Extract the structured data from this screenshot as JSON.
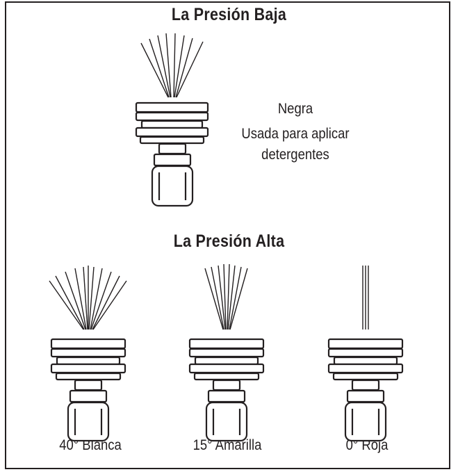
{
  "low_pressure": {
    "heading": "La Presión Baja",
    "nozzle": {
      "label": "Negra",
      "description_line1": "Usada para aplicar",
      "description_line2": "detergentes"
    }
  },
  "high_pressure": {
    "heading": "La Presión Alta",
    "nozzles": [
      {
        "label": "40° Blanca"
      },
      {
        "label": "15° Amarilla"
      },
      {
        "label": "0° Roja"
      }
    ]
  }
}
